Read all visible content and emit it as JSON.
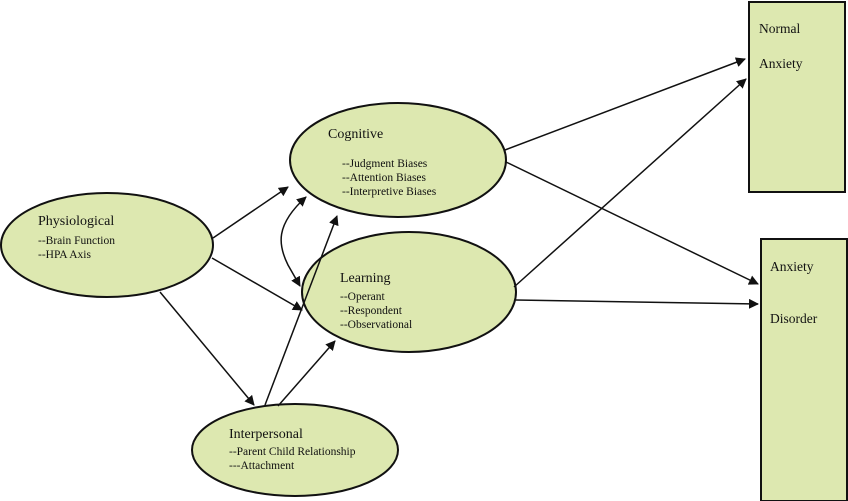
{
  "diagram": {
    "nodes": {
      "physiological": {
        "title": "Physiological",
        "items": [
          "--Brain Function",
          "--HPA Axis"
        ]
      },
      "cognitive": {
        "title": "Cognitive",
        "items": [
          "--Judgment Biases",
          "--Attention Biases",
          "--Interpretive Biases"
        ]
      },
      "learning": {
        "title": "Learning",
        "items": [
          "--Operant",
          "--Respondent",
          "--Observational"
        ]
      },
      "interpersonal": {
        "title": "Interpersonal",
        "items": [
          "--Parent Child Relationship",
          "---Attachment"
        ]
      },
      "normal_anxiety": {
        "lines": [
          "Normal",
          "Anxiety"
        ]
      },
      "anxiety_disorder": {
        "lines": [
          "Anxiety",
          "Disorder"
        ]
      }
    },
    "edges": [
      {
        "from": "physiological",
        "to": "cognitive",
        "type": "directed"
      },
      {
        "from": "physiological",
        "to": "learning",
        "type": "directed"
      },
      {
        "from": "physiological",
        "to": "interpersonal",
        "type": "directed"
      },
      {
        "from": "cognitive",
        "to": "learning",
        "type": "bidirectional"
      },
      {
        "from": "interpersonal",
        "to": "cognitive",
        "type": "directed"
      },
      {
        "from": "interpersonal",
        "to": "learning",
        "type": "directed"
      },
      {
        "from": "cognitive",
        "to": "normal_anxiety",
        "type": "directed"
      },
      {
        "from": "cognitive",
        "to": "anxiety_disorder",
        "type": "directed"
      },
      {
        "from": "learning",
        "to": "normal_anxiety",
        "type": "directed"
      },
      {
        "from": "learning",
        "to": "anxiety_disorder",
        "type": "directed"
      }
    ],
    "colors": {
      "node_fill": "#dde8b0",
      "stroke": "#111111"
    }
  }
}
